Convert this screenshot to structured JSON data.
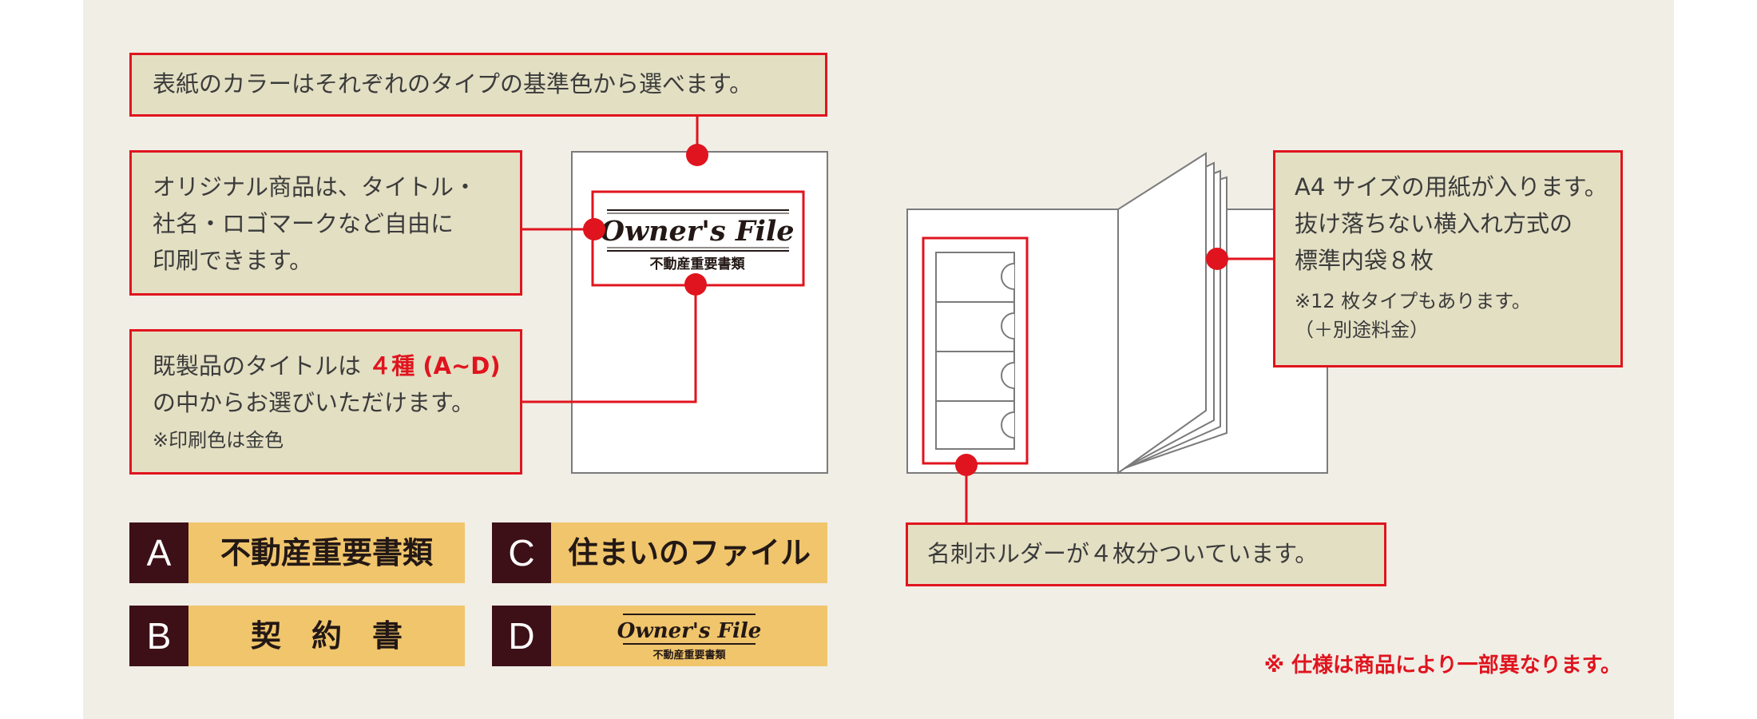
{
  "callouts": {
    "cover_color": {
      "text": "表紙のカラーはそれぞれのタイプの基準色から選べます。"
    },
    "original_print": {
      "lines": [
        "オリジナル商品は、タイトル・",
        "社名・ロゴマークなど自由に",
        "印刷できます。"
      ]
    },
    "ready_title": {
      "line1_prefix": "既製品のタイトルは ",
      "line1_highlight": "４種 (A~D)",
      "line2": "の中からお選びいただけます。",
      "note": "※印刷色は金色"
    },
    "a4_paper": {
      "lines": [
        "A4 サイズの用紙が入ります。",
        "抜け落ちない横入れ方式の",
        "標準内袋８枚"
      ],
      "note_lines": [
        "※12 枚タイプもあります。",
        "（＋別途料金）"
      ]
    },
    "card_holder": {
      "text": "名刺ホルダーが４枚分ついています。"
    }
  },
  "cover_label": {
    "title": "Owner's  File",
    "subtitle": "不動産重要書類"
  },
  "title_options": [
    {
      "letter": "A",
      "text": "不動産重要書類"
    },
    {
      "letter": "B",
      "text": "契　約　書"
    },
    {
      "letter": "C",
      "text": "住まいのファイル"
    },
    {
      "letter": "D",
      "title": "Owner's  File",
      "subtitle": "不動産重要書類"
    }
  ],
  "footnote": "※ 仕様は商品により一部異なります。",
  "colors": {
    "accent_red": "#e0141e",
    "callout_bg": "#e3dfc3",
    "card_gold": "#f0c56c",
    "letter_bg": "#3d1018",
    "stage_bg": "#f1eee6"
  }
}
